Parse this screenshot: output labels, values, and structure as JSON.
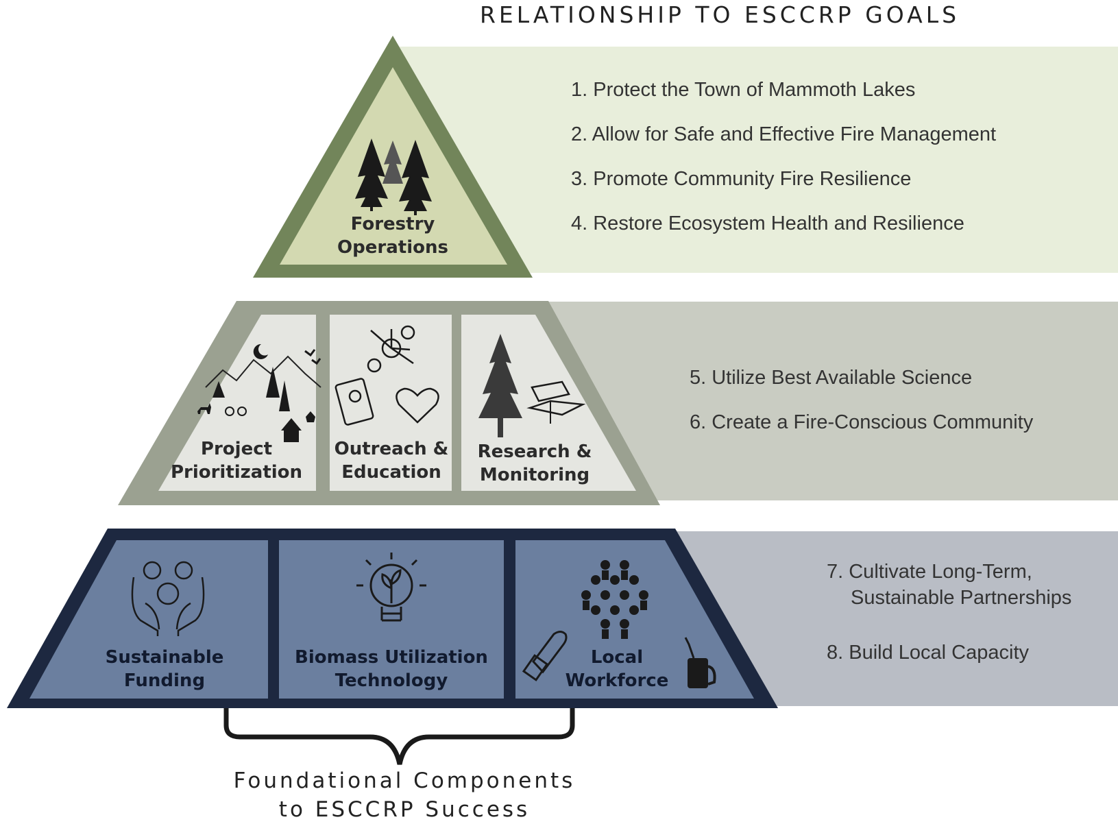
{
  "title": "RELATIONSHIP TO ESCCRP GOALS",
  "tiers": {
    "top": {
      "components": [
        {
          "line1": "Forestry",
          "line2": "Operations",
          "icon": "pine-trees-icon"
        }
      ],
      "goals": [
        "1. Protect the Town of Mammoth Lakes",
        "2. Allow for Safe and Effective Fire Management",
        "3. Promote Community Fire Resilience",
        "4. Restore Ecosystem Health and Resilience"
      ]
    },
    "middle": {
      "components": [
        {
          "line1": "Project",
          "line2": "Prioritization",
          "icon": "mountain-landscape-icon"
        },
        {
          "line1": "Outreach &",
          "line2": "Education",
          "icon": "network-handshake-icon"
        },
        {
          "line1": "Research &",
          "line2": "Monitoring",
          "icon": "tree-books-icon"
        }
      ],
      "goals": [
        "5. Utilize Best Available Science",
        "6. Create a Fire-Conscious Community"
      ]
    },
    "bottom": {
      "components": [
        {
          "line1": "Sustainable",
          "line2": "Funding",
          "icon": "money-hands-icon"
        },
        {
          "line1": "Biomass Utilization",
          "line2": "Technology",
          "icon": "lightbulb-plant-icon"
        },
        {
          "line1": "Local",
          "line2": "Workforce",
          "icon": "people-crowd-icon"
        }
      ],
      "goals": [
        "7. Cultivate Long-Term,",
        "Sustainable Partnerships",
        "8. Build Local Capacity"
      ]
    }
  },
  "footer": {
    "line1": "Foundational Components",
    "line2": "to ESCCRP Success"
  },
  "colors": {
    "band_top": "#e8eedb",
    "band_middle": "#c9ccc2",
    "band_bottom": "#b9bdc5",
    "triangle_outer": "#72855a",
    "triangle_inner": "#d3d9b1",
    "middle_outer": "#9ba191",
    "middle_inner": "#e5e6e1",
    "bottom_outer": "#1d2840",
    "bottom_inner": "#6b7f9f"
  }
}
